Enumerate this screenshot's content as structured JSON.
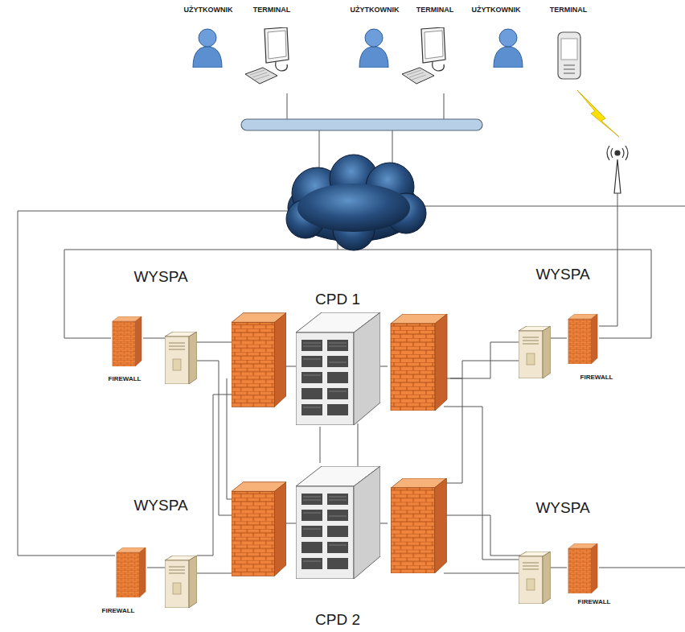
{
  "diagram": {
    "nodes": [
      {
        "text": [
          "UŻYTKOWNIK"
        ]
      },
      {
        "text": [
          "TERMINAL"
        ]
      },
      {
        "text": [
          "UŻYTKOWNIK"
        ]
      },
      {
        "text": [
          "TERMINAL"
        ]
      },
      {
        "text": [
          "UŻYTKOWNIK"
        ]
      },
      {
        "text": [
          "TERMINAL"
        ]
      },
      {
        "text": [
          "CPD 1"
        ]
      },
      {
        "text": [
          "FIREWALL"
        ]
      },
      {
        "text": [
          "FIREWALL"
        ]
      },
      {
        "text": [
          "CPD 2"
        ]
      },
      {
        "text": [
          "FIREWALL"
        ]
      },
      {
        "text": [
          "FIREWALL"
        ]
      }
    ],
    "edges": [
      {
        "from": 6,
        "to": 9,
        "arrow": "none"
      }
    ],
    "labels": [
      "WYSPA",
      "WYSPA",
      "WYSPA",
      "WYSPA"
    ]
  }
}
